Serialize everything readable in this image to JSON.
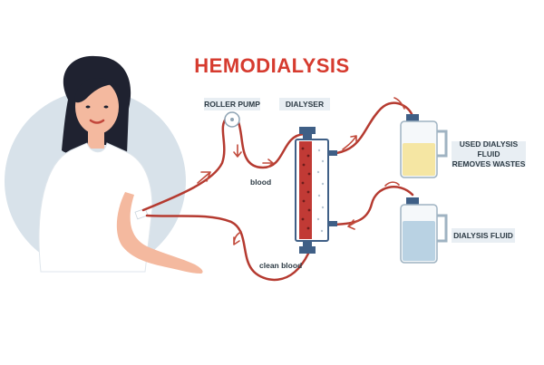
{
  "title": "HEMODIALYSIS",
  "labels": {
    "roller_pump": "ROLLER PUMP",
    "dialyser": "DIALYSER",
    "used_fluid": "USED DIALYSIS FLUID\nREMOVES WASTES",
    "dialysis_fluid": "DIALYSIS FLUID",
    "blood": "blood",
    "clean_blood": "clean blood"
  },
  "colors": {
    "title": "#d63b2f",
    "tube": "#b53a30",
    "arrow": "#c24b3c",
    "dialyser_blue": "#3f5f86",
    "blood": "#c13a35",
    "used_fluid": "#f5e6a3",
    "fresh_fluid": "#b9d2e3",
    "skin": "#f4b99f",
    "hair": "#1f2230",
    "shirt": "#ffffff",
    "circle_bg": "#d8e2ea"
  }
}
